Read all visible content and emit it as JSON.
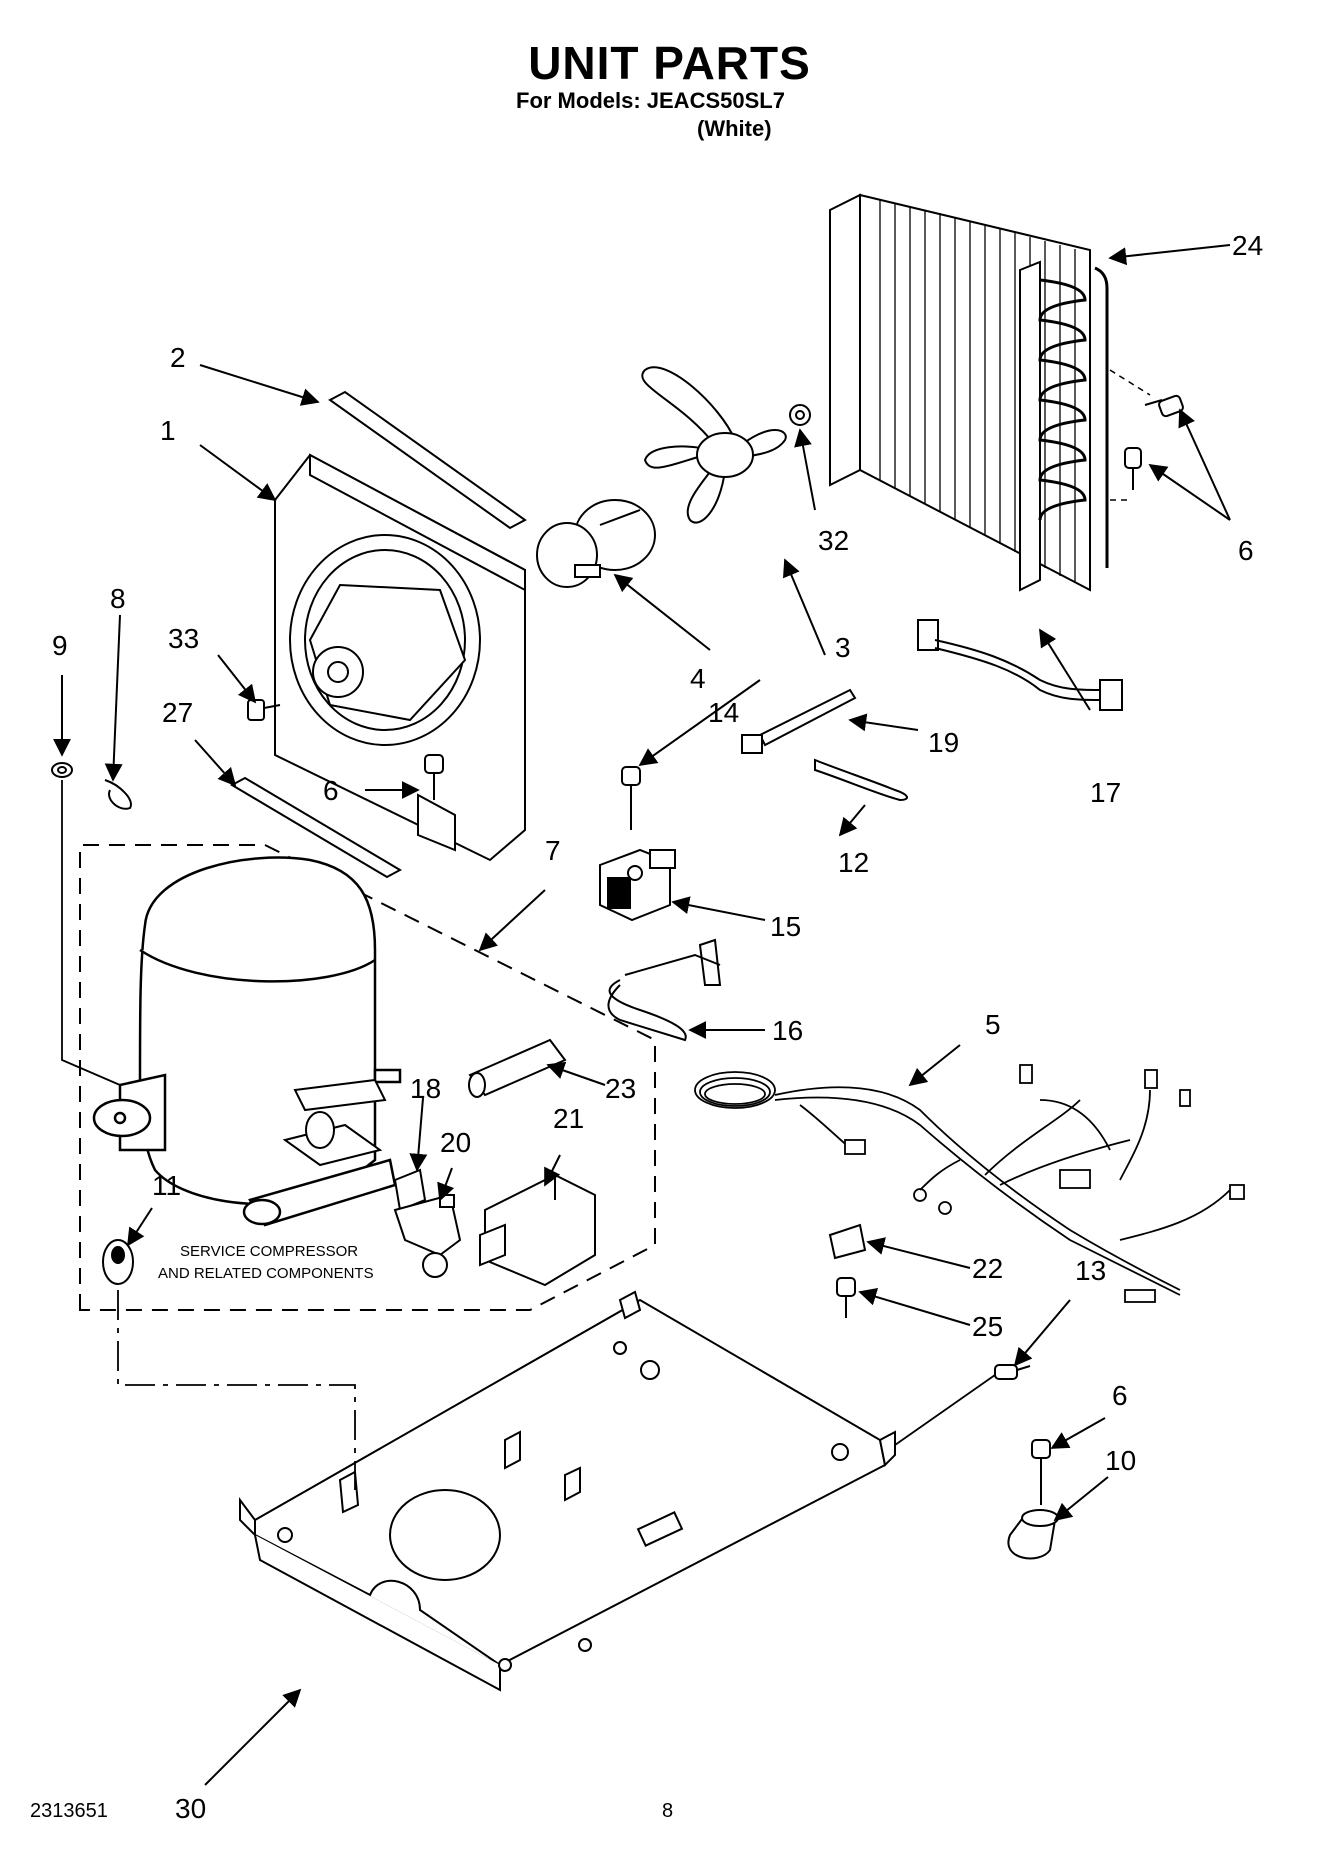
{
  "header": {
    "title": "UNIT PARTS",
    "models_line": "For Models: JEACS50SL7",
    "color_line": "(White)"
  },
  "note_service": [
    "SERVICE COMPRESSOR",
    "AND RELATED COMPONENTS"
  ],
  "callouts": {
    "c1": "1",
    "c2": "2",
    "c3": "3",
    "c4": "4",
    "c5": "5",
    "c6a": "6",
    "c6b": "6",
    "c6c": "6",
    "c7": "7",
    "c8": "8",
    "c9": "9",
    "c10": "10",
    "c11": "11",
    "c12": "12",
    "c13": "13",
    "c14": "14",
    "c15": "15",
    "c16": "16",
    "c17": "17",
    "c18": "18",
    "c19": "19",
    "c20": "20",
    "c21": "21",
    "c22": "22",
    "c23": "23",
    "c24": "24",
    "c25": "25",
    "c27": "27",
    "c30": "30",
    "c32": "32",
    "c33": "33"
  },
  "footer": {
    "doc_number": "2313651",
    "page": "8"
  }
}
